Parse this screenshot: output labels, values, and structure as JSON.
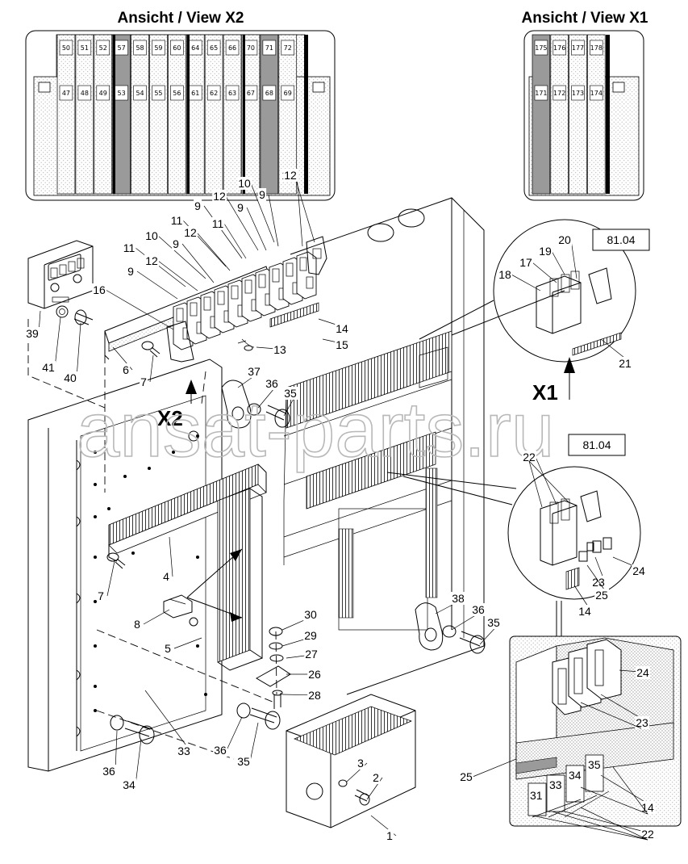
{
  "views": {
    "x2": {
      "title": "Ansicht / View X2",
      "top_row": [
        "50",
        "51",
        "52",
        "57",
        "58",
        "59",
        "60",
        "64",
        "65",
        "66",
        "70",
        "71",
        "72"
      ],
      "bottom_row": [
        "47",
        "48",
        "49",
        "53",
        "54",
        "55",
        "56",
        "61",
        "62",
        "63",
        "67",
        "68",
        "69"
      ]
    },
    "x1": {
      "title": "Ansicht / View X1",
      "top_row": [
        "175",
        "176",
        "177",
        "178"
      ],
      "bottom_row": [
        "171",
        "172",
        "173",
        "174"
      ]
    }
  },
  "markers": {
    "x1": "X1",
    "x2": "X2"
  },
  "codes": {
    "upper": "81.04",
    "lower": "81.04"
  },
  "callouts": [
    {
      "label": "16"
    },
    {
      "label": "12"
    },
    {
      "label": "10"
    },
    {
      "label": "9"
    },
    {
      "label": "12"
    },
    {
      "label": "9"
    },
    {
      "label": "9"
    },
    {
      "label": "11"
    },
    {
      "label": "11"
    },
    {
      "label": "12"
    },
    {
      "label": "10"
    },
    {
      "label": "9"
    },
    {
      "label": "11"
    },
    {
      "label": "12"
    },
    {
      "label": "9"
    },
    {
      "label": "16"
    },
    {
      "label": "14"
    },
    {
      "label": "15"
    },
    {
      "label": "13"
    },
    {
      "label": "39"
    },
    {
      "label": "41"
    },
    {
      "label": "40"
    },
    {
      "label": "6"
    },
    {
      "label": "7"
    },
    {
      "label": "37"
    },
    {
      "label": "36"
    },
    {
      "label": "35"
    },
    {
      "label": "20"
    },
    {
      "label": "19"
    },
    {
      "label": "17"
    },
    {
      "label": "18"
    },
    {
      "label": "21"
    },
    {
      "label": "22"
    },
    {
      "label": "24"
    },
    {
      "label": "23"
    },
    {
      "label": "25"
    },
    {
      "label": "14"
    },
    {
      "label": "4"
    },
    {
      "label": "7"
    },
    {
      "label": "8"
    },
    {
      "label": "5"
    },
    {
      "label": "30"
    },
    {
      "label": "29"
    },
    {
      "label": "27"
    },
    {
      "label": "26"
    },
    {
      "label": "28"
    },
    {
      "label": "38"
    },
    {
      "label": "36"
    },
    {
      "label": "35"
    },
    {
      "label": "33"
    },
    {
      "label": "36"
    },
    {
      "label": "35"
    },
    {
      "label": "36"
    },
    {
      "label": "34"
    },
    {
      "label": "3"
    },
    {
      "label": "2"
    },
    {
      "label": "1"
    },
    {
      "label": "24"
    },
    {
      "label": "23"
    },
    {
      "label": "25"
    },
    {
      "label": "14"
    },
    {
      "label": "22"
    }
  ],
  "detail_marks": [
    "31",
    "33",
    "34",
    "35"
  ],
  "watermark": "ansat-parts.ru"
}
